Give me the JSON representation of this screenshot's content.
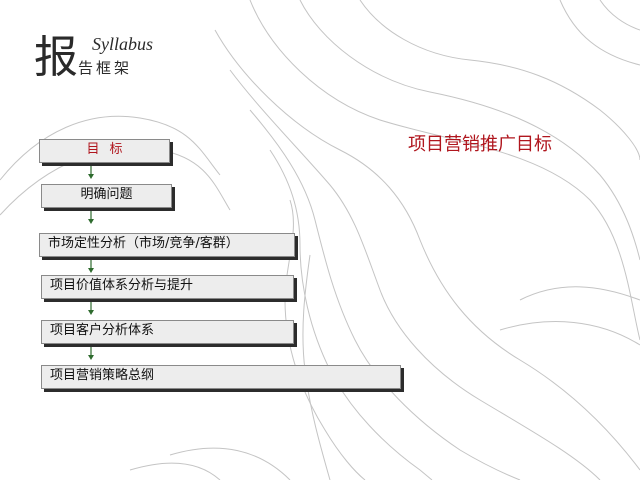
{
  "header": {
    "title_char": "报",
    "title_latin": "Syllabus",
    "title_rest": "告框架"
  },
  "steps": [
    "目标",
    "明确问题",
    "市场定性分析（市场/竞争/客群）",
    "项目价值体系分析与提升",
    "项目客户分析体系",
    "项目营销策略总纲"
  ],
  "side_title": "项目营销推广目标",
  "colors": {
    "accent": "#b0161e",
    "box_fill": "#ededed",
    "box_shadow": "#2c2c2c",
    "contour": "#c4c4c4",
    "connector": "#2e6b2e"
  }
}
